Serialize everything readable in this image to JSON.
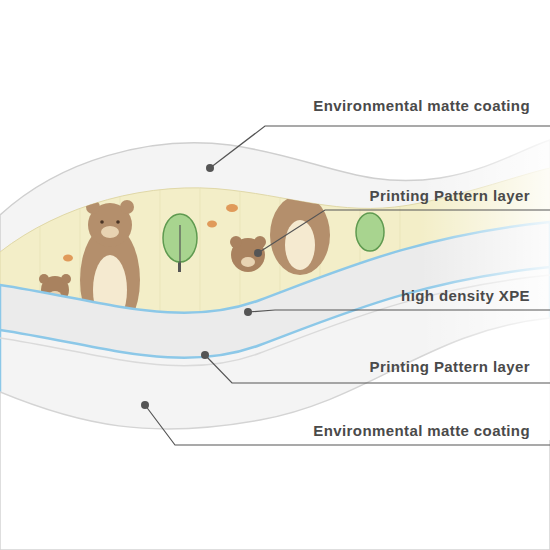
{
  "diagram": {
    "labels": [
      "Environmental matte coating",
      "Printing Pattern layer",
      "high density XPE",
      "Printing Pattern layer",
      "Environmental matte coating"
    ]
  }
}
